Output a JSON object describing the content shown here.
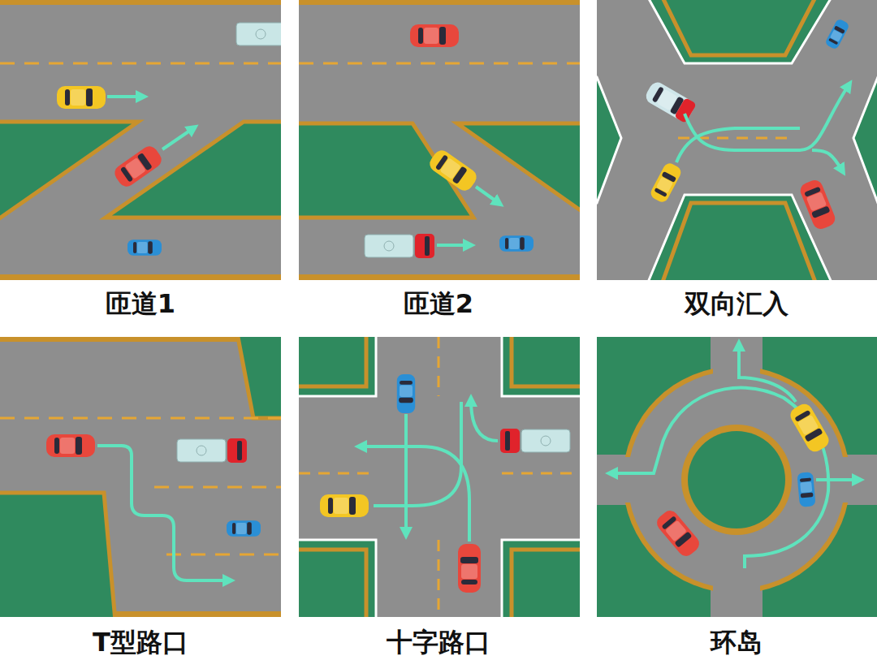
{
  "diagram": {
    "labels": [
      "匝道1",
      "匝道2",
      "双向汇入",
      "T型路口",
      "十字路口",
      "环岛"
    ]
  }
}
